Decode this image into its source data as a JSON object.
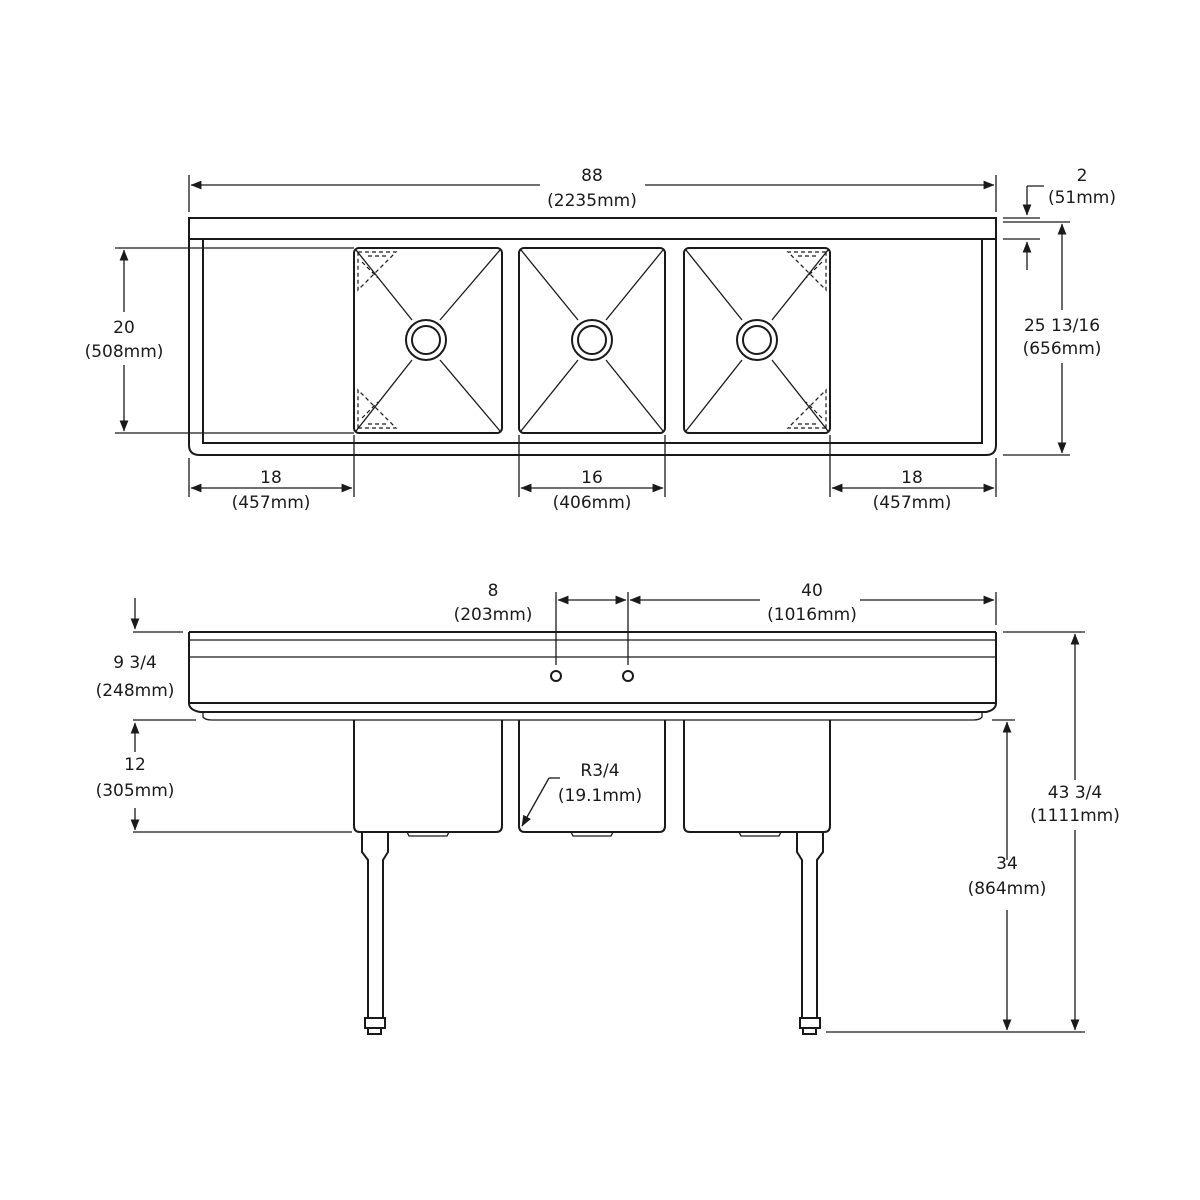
{
  "top_view": {
    "overall_width": {
      "value": "88",
      "metric": "(2235mm)"
    },
    "backsplash_height": {
      "value": "2",
      "metric": "(51mm)"
    },
    "overall_depth": {
      "value": "25 13/16",
      "metric": "(656mm)"
    },
    "bowl_front_to_back": {
      "value": "20",
      "metric": "(508mm)"
    },
    "left_drainboard": {
      "value": "18",
      "metric": "(457mm)"
    },
    "bowl_width": {
      "value": "16",
      "metric": "(406mm)"
    },
    "right_drainboard": {
      "value": "18",
      "metric": "(457mm)"
    }
  },
  "front_view": {
    "faucet_spacing": {
      "value": "8",
      "metric": "(203mm)"
    },
    "faucet_offset": {
      "value": "40",
      "metric": "(1016mm)"
    },
    "backsplash_total": {
      "value": "9 3/4",
      "metric": "(248mm)"
    },
    "bowl_depth": {
      "value": "12",
      "metric": "(305mm)"
    },
    "corner_radius": {
      "value": "R3/4",
      "metric": "(19.1mm)"
    },
    "overall_height": {
      "value": "43 3/4",
      "metric": "(1111mm)"
    },
    "rim_height": {
      "value": "34",
      "metric": "(864mm)"
    }
  }
}
